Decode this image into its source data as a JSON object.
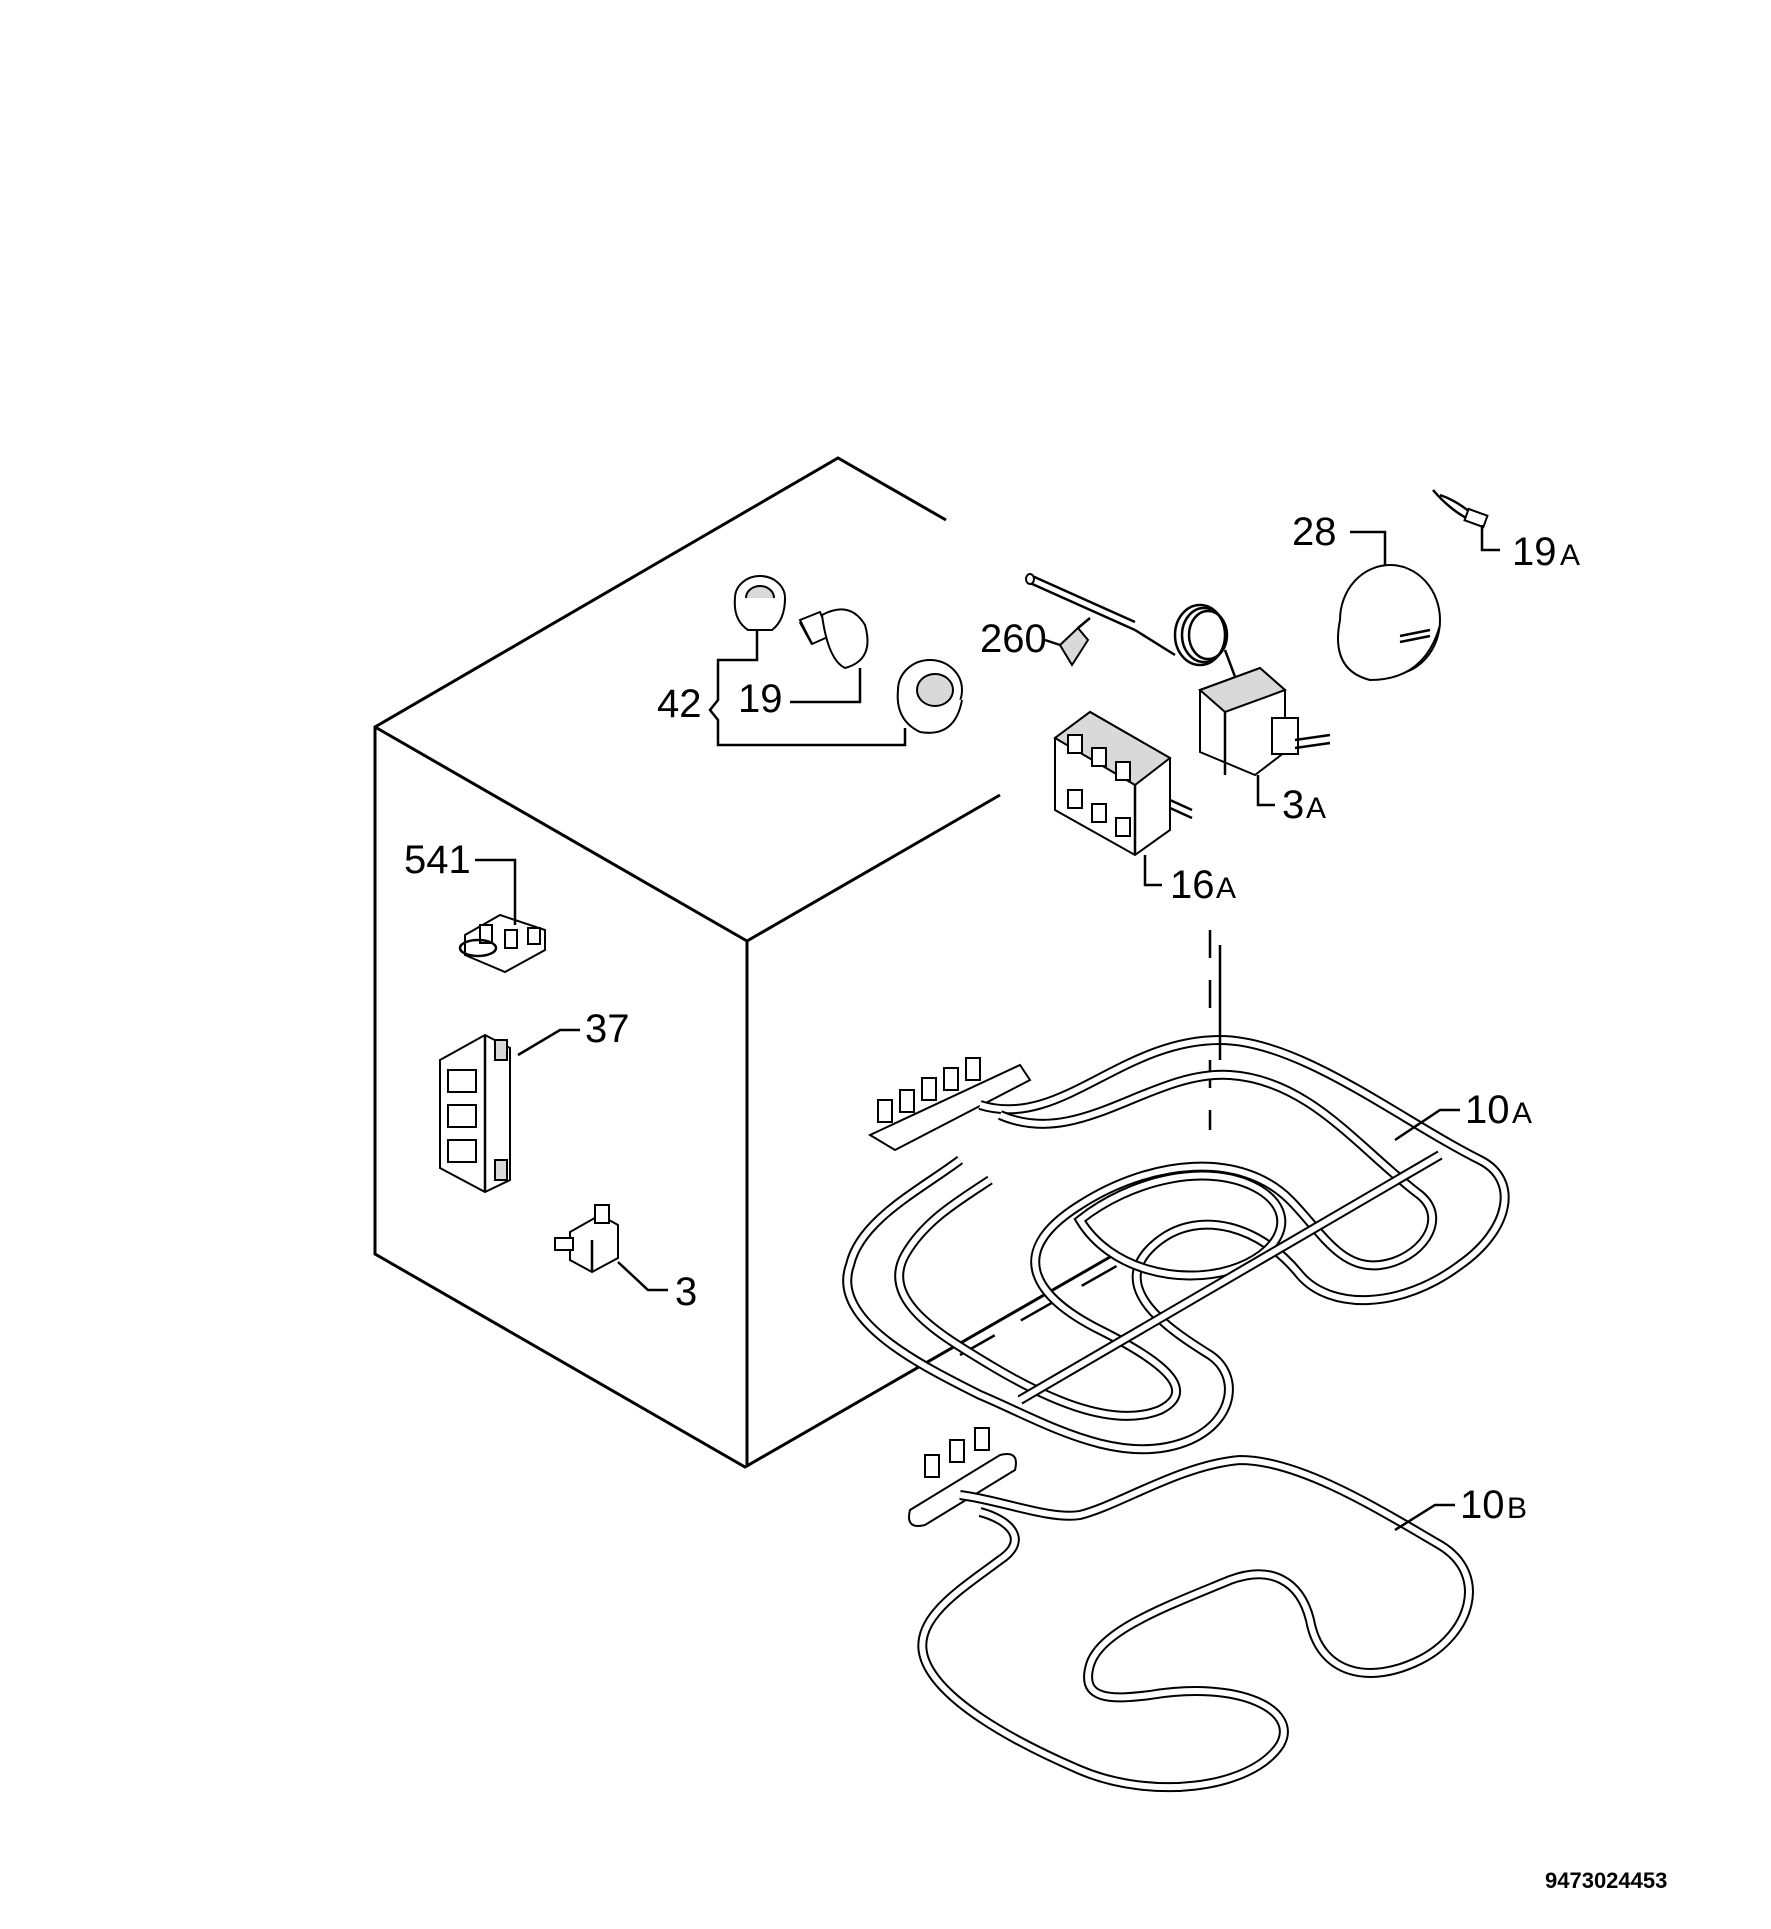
{
  "labels": {
    "p42": "42",
    "p19": "19",
    "p260": "260",
    "p28": "28",
    "p19a_num": "19",
    "p19a_suf": "A",
    "p3a_num": "3",
    "p3a_suf": "A",
    "p16a_num": "16",
    "p16a_suf": "A",
    "p541": "541",
    "p37": "37",
    "p10a_num": "10",
    "p10a_suf": "A",
    "p3": "3",
    "p10b_num": "10",
    "p10b_suf": "B"
  },
  "reference_code": "9473024453"
}
